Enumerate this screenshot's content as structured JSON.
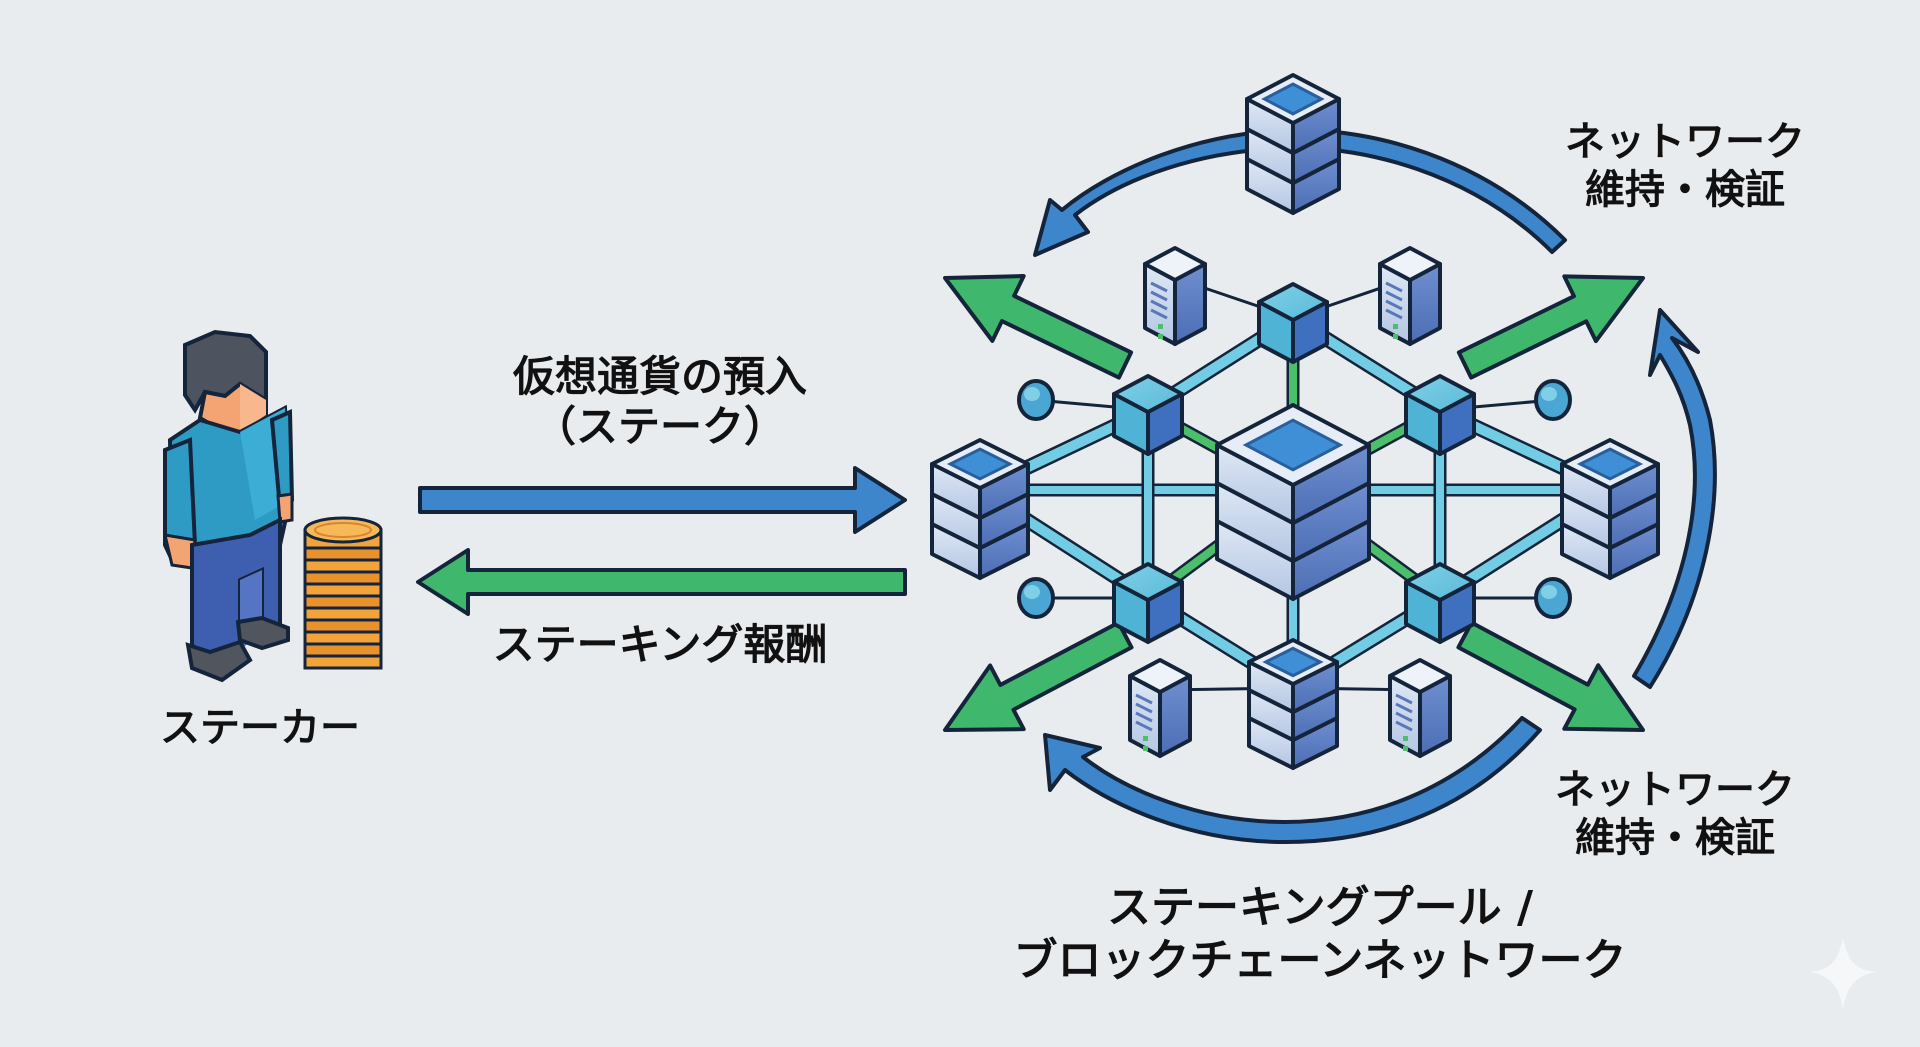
{
  "diagram": {
    "title": "Staking flow diagram",
    "colors": {
      "background": "#e9ecef",
      "stake_arrow": "#3d86cc",
      "reward_arrow": "#3fb86e",
      "cycle_arrow": "#3d86cc",
      "outline": "#14243a",
      "node_cube": "#4fb3d6",
      "server_body": "#c9d8ee",
      "server_side": "#5d7fc4",
      "coin": "#f2a43a",
      "text": "#111111"
    },
    "actors": {
      "staker": {
        "label": "ステーカー",
        "icon": "person-with-coin-stack-icon"
      },
      "network": {
        "label_line1": "ステーキングプール /",
        "label_line2": "ブロックチェーンネットワーク",
        "icon": "server-network-icon"
      }
    },
    "flows": [
      {
        "id": "deposit",
        "direction": "staker-to-network",
        "label_line1": "仮想通貨の預入",
        "label_line2": "（ステーク）",
        "color": "blue"
      },
      {
        "id": "reward",
        "direction": "network-to-staker",
        "label": "ステーキング報酬",
        "color": "green"
      }
    ],
    "cycle_labels": [
      {
        "line1": "ネットワーク",
        "line2": "維持・検証",
        "position": "top-right"
      },
      {
        "line1": "ネットワーク",
        "line2": "維持・検証",
        "position": "bottom-right"
      }
    ],
    "network_nodes": {
      "central_server": 1,
      "stacked_servers": 4,
      "tower_servers": 4,
      "cube_nodes": 5,
      "sphere_nodes": 4
    },
    "watermark_icon": "sparkle-icon"
  }
}
